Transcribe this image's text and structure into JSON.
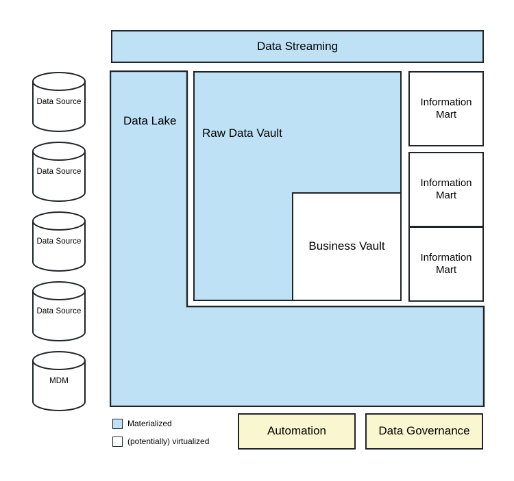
{
  "diagram": {
    "title": "Data Streaming",
    "streaming": {
      "label": "Data Streaming"
    },
    "sources": [
      {
        "id": "src-1",
        "label": "Data Source",
        "icon": "database-cylinder-icon"
      },
      {
        "id": "src-2",
        "label": "Data Source",
        "icon": "database-cylinder-icon"
      },
      {
        "id": "src-3",
        "label": "Data Source",
        "icon": "database-cylinder-icon"
      },
      {
        "id": "src-4",
        "label": "Data Source",
        "icon": "database-cylinder-icon"
      },
      {
        "id": "src-5",
        "label": "MDM",
        "icon": "database-cylinder-icon"
      }
    ],
    "regions": {
      "data_lake": {
        "label": "Data Lake",
        "fill": "materialized"
      },
      "raw_data_vault": {
        "label": "Raw Data Vault",
        "fill": "materialized"
      },
      "business_vault": {
        "label": "Business Vault",
        "fill": "virtualized"
      }
    },
    "marts": [
      {
        "label": "Information Mart",
        "fill": "virtualized"
      },
      {
        "label": "Information Mart",
        "fill": "virtualized"
      },
      {
        "label": "Information Mart",
        "fill": "virtualized"
      }
    ],
    "bottom_bars": [
      {
        "label": "Automation",
        "fill": "yellow"
      },
      {
        "label": "Data Governance",
        "fill": "yellow"
      }
    ],
    "legend": [
      {
        "label": "Materialized",
        "fill": "materialized"
      },
      {
        "label": "(potentially) virtualized",
        "fill": "virtualized"
      }
    ],
    "colors": {
      "materialized": "#bfe1f6",
      "virtualized": "#ffffff",
      "accent_yellow": "#faf7d0",
      "stroke": "#1f2429"
    }
  }
}
